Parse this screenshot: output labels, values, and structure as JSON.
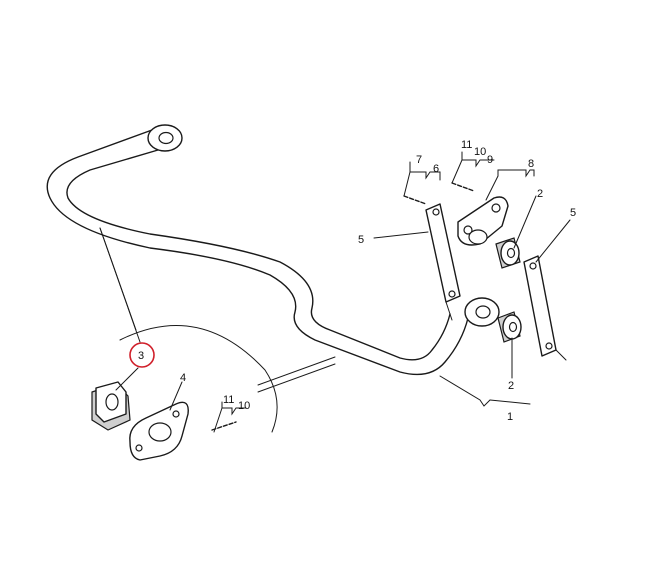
{
  "callouts": {
    "c1": "1",
    "c2_top": "2",
    "c2_bottom": "2",
    "c3": "3",
    "c4": "4",
    "c5_left": "5",
    "c5_right": "5",
    "c6": "6",
    "c7": "7",
    "c8": "8",
    "c9": "9",
    "c10_top": "10",
    "c10_bottom": "10",
    "c11_top": "11",
    "c11_bottom": "11"
  },
  "highlight": {
    "callout": "3",
    "color": "#d01f2a"
  }
}
